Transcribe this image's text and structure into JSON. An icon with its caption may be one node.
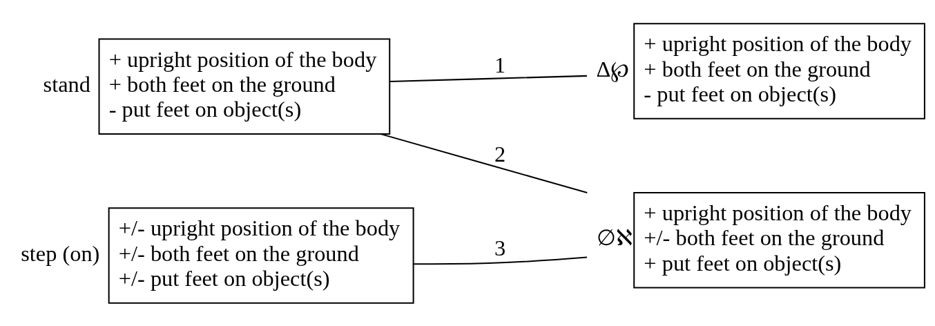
{
  "diagram": {
    "nodes": [
      {
        "text": [
          "+ upright position of the body",
          "+ both feet on the ground",
          "- put feet on object(s)"
        ],
        "beside": [
          "stand"
        ]
      },
      {
        "text": [
          "+/- upright position of the body",
          "+/- both feet on the ground",
          "+/- put feet on object(s)"
        ],
        "beside": [
          "step (on)"
        ]
      },
      {
        "text": [
          "+ upright position of the body",
          "+ both feet on the ground",
          "- put feet on object(s)"
        ],
        "beside": [
          "Δ℘"
        ]
      },
      {
        "text": [
          "+ upright position of the body",
          "+/- both feet on the ground",
          "+ put feet on object(s)"
        ],
        "beside": [
          "∅ℵ"
        ]
      }
    ],
    "edges": [
      {
        "from": 0,
        "to": 2,
        "arrow": "none",
        "label": "1"
      },
      {
        "from": 0,
        "to": 3,
        "arrow": "none",
        "label": "2"
      },
      {
        "from": 1,
        "to": 3,
        "arrow": "none",
        "label": "3"
      }
    ]
  }
}
